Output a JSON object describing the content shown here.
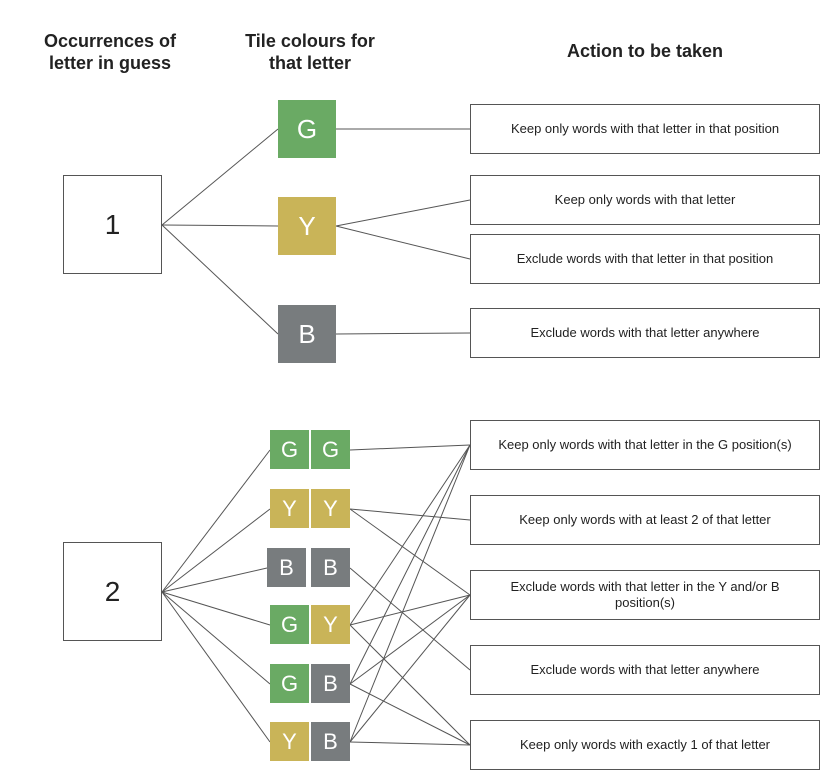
{
  "headers": {
    "occurrences": "Occurrences of\nletter in guess",
    "tile_colours": "Tile colours for\nthat letter",
    "action": "Action to be taken"
  },
  "groups": [
    {
      "count": "1",
      "patterns": [
        {
          "tiles": [
            {
              "letter": "G",
              "color": "G"
            }
          ]
        },
        {
          "tiles": [
            {
              "letter": "Y",
              "color": "Y"
            }
          ]
        },
        {
          "tiles": [
            {
              "letter": "B",
              "color": "B"
            }
          ]
        }
      ],
      "actions": [
        "Keep only words with that letter in that position",
        "Keep only words with that letter",
        "Exclude words with that letter in that position",
        "Exclude words with that letter anywhere"
      ]
    },
    {
      "count": "2",
      "patterns": [
        {
          "tiles": [
            {
              "letter": "G",
              "color": "G"
            },
            {
              "letter": "G",
              "color": "G"
            }
          ]
        },
        {
          "tiles": [
            {
              "letter": "Y",
              "color": "Y"
            },
            {
              "letter": "Y",
              "color": "Y"
            }
          ]
        },
        {
          "tiles": [
            {
              "letter": "B",
              "color": "B"
            },
            {
              "letter": "B",
              "color": "B"
            }
          ]
        },
        {
          "tiles": [
            {
              "letter": "G",
              "color": "G"
            },
            {
              "letter": "Y",
              "color": "Y"
            }
          ]
        },
        {
          "tiles": [
            {
              "letter": "G",
              "color": "G"
            },
            {
              "letter": "B",
              "color": "B"
            }
          ]
        },
        {
          "tiles": [
            {
              "letter": "Y",
              "color": "Y"
            },
            {
              "letter": "B",
              "color": "B"
            }
          ]
        }
      ],
      "actions": [
        "Keep only words with that letter in the G position(s)",
        "Keep only words with at least 2 of that letter",
        "Exclude words with that letter in the Y and/or B position(s)",
        "Exclude words with that letter anywhere",
        "Keep only words with exactly 1 of that letter"
      ]
    }
  ],
  "colors": {
    "G": "#6aaa64",
    "Y": "#c9b458",
    "B": "#787c7e",
    "line": "#555555"
  },
  "links": {
    "group1": [
      [
        0,
        [
          0
        ]
      ],
      [
        1,
        [
          1,
          2
        ]
      ],
      [
        2,
        [
          3
        ]
      ]
    ],
    "group2": [
      [
        0,
        [
          0
        ]
      ],
      [
        1,
        [
          1,
          2
        ]
      ],
      [
        2,
        [
          3
        ]
      ],
      [
        3,
        [
          0,
          2,
          4
        ]
      ],
      [
        4,
        [
          0,
          2,
          4
        ]
      ],
      [
        5,
        [
          0,
          2,
          4
        ]
      ]
    ]
  }
}
